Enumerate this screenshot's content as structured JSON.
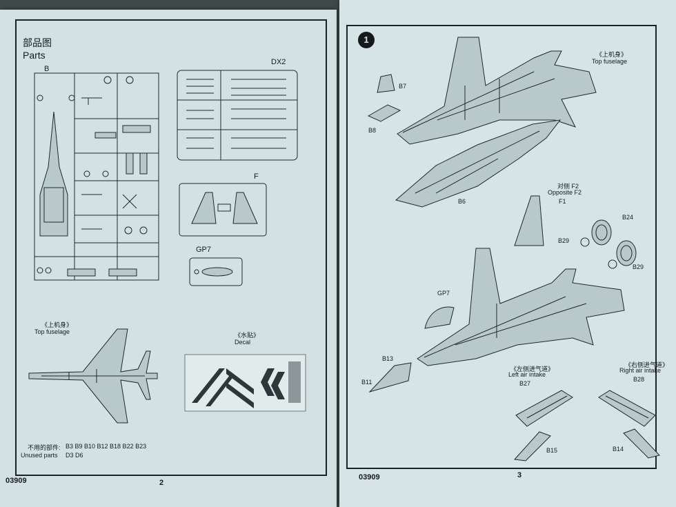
{
  "left_page": {
    "title_cn": "部品图",
    "title_en": "Parts",
    "sprue_b": "B",
    "sprue_dx2": "DX2",
    "sprue_f": "F",
    "sprue_gp7": "GP7",
    "top_fuselage_cn": "《上机身》",
    "top_fuselage_en": "Top fuselage",
    "decal_cn": "《水贴》",
    "decal_en": "Decal",
    "unused_cn": "不用的部件:",
    "unused_list_1": "B3 B9 B10 B12 B18 B22 B23",
    "unused_en": "Unused parts",
    "unused_list_2": "D3 D6",
    "kit_number": "03909",
    "page_number": "2"
  },
  "right_page": {
    "step_number": "1",
    "top_fuselage_cn": "《上机身》",
    "top_fuselage_en": "Top fuselage",
    "b7": "B7",
    "b8": "B8",
    "b6": "B6",
    "opposite_cn": "对侧 F2",
    "opposite_en": "Opposite F2",
    "f1": "F1",
    "b24": "B24",
    "b29_a": "B29",
    "b29_b": "B29",
    "gp7": "GP7",
    "b13": "B13",
    "b11": "B11",
    "left_intake_cn": "《左侧进气道》",
    "left_intake_en": "Left air intake",
    "b27": "B27",
    "right_intake_cn": "《右侧进气道》",
    "right_intake_en": "Right air intake",
    "b28": "B28",
    "b15": "B15",
    "b14": "B14",
    "kit_number": "03909",
    "page_number": "3"
  }
}
